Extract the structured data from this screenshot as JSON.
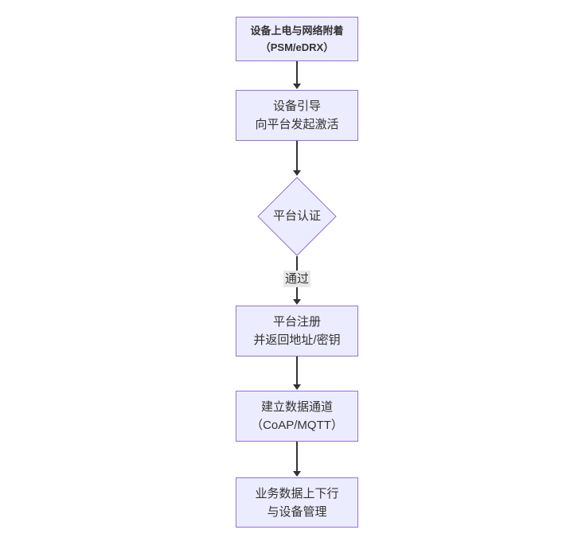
{
  "diagram": {
    "type": "flowchart-top-down",
    "background": "#ffffff",
    "colors": {
      "node_fill": "#ECECFF",
      "node_border": "#9370DB",
      "node_text": "#333333",
      "edge_line": "#333333",
      "edge_label_bg": "#e8e8e8",
      "edge_label_text": "#333333"
    },
    "nodes": [
      {
        "id": "power-attach",
        "shape": "rect",
        "lines": [
          "设备上电与网络附着",
          "（PSM/eDRX）"
        ]
      },
      {
        "id": "bootstrap",
        "shape": "rect",
        "lines": [
          "设备引导",
          "向平台发起激活"
        ]
      },
      {
        "id": "platform-auth",
        "shape": "diamond",
        "lines": [
          "平台认证"
        ]
      },
      {
        "id": "platform-register",
        "shape": "rect",
        "lines": [
          "平台注册",
          "并返回地址/密钥"
        ]
      },
      {
        "id": "data-channel",
        "shape": "rect",
        "lines": [
          "建立数据通道",
          "（CoAP/MQTT）"
        ]
      },
      {
        "id": "business-data",
        "shape": "rect",
        "lines": [
          "业务数据上下行",
          "与设备管理"
        ]
      }
    ],
    "edges": [
      {
        "from": "power-attach",
        "to": "bootstrap",
        "label": ""
      },
      {
        "from": "bootstrap",
        "to": "platform-auth",
        "label": ""
      },
      {
        "from": "platform-auth",
        "to": "platform-register",
        "label": "通过"
      },
      {
        "from": "platform-register",
        "to": "data-channel",
        "label": ""
      },
      {
        "from": "data-channel",
        "to": "business-data",
        "label": ""
      }
    ]
  }
}
